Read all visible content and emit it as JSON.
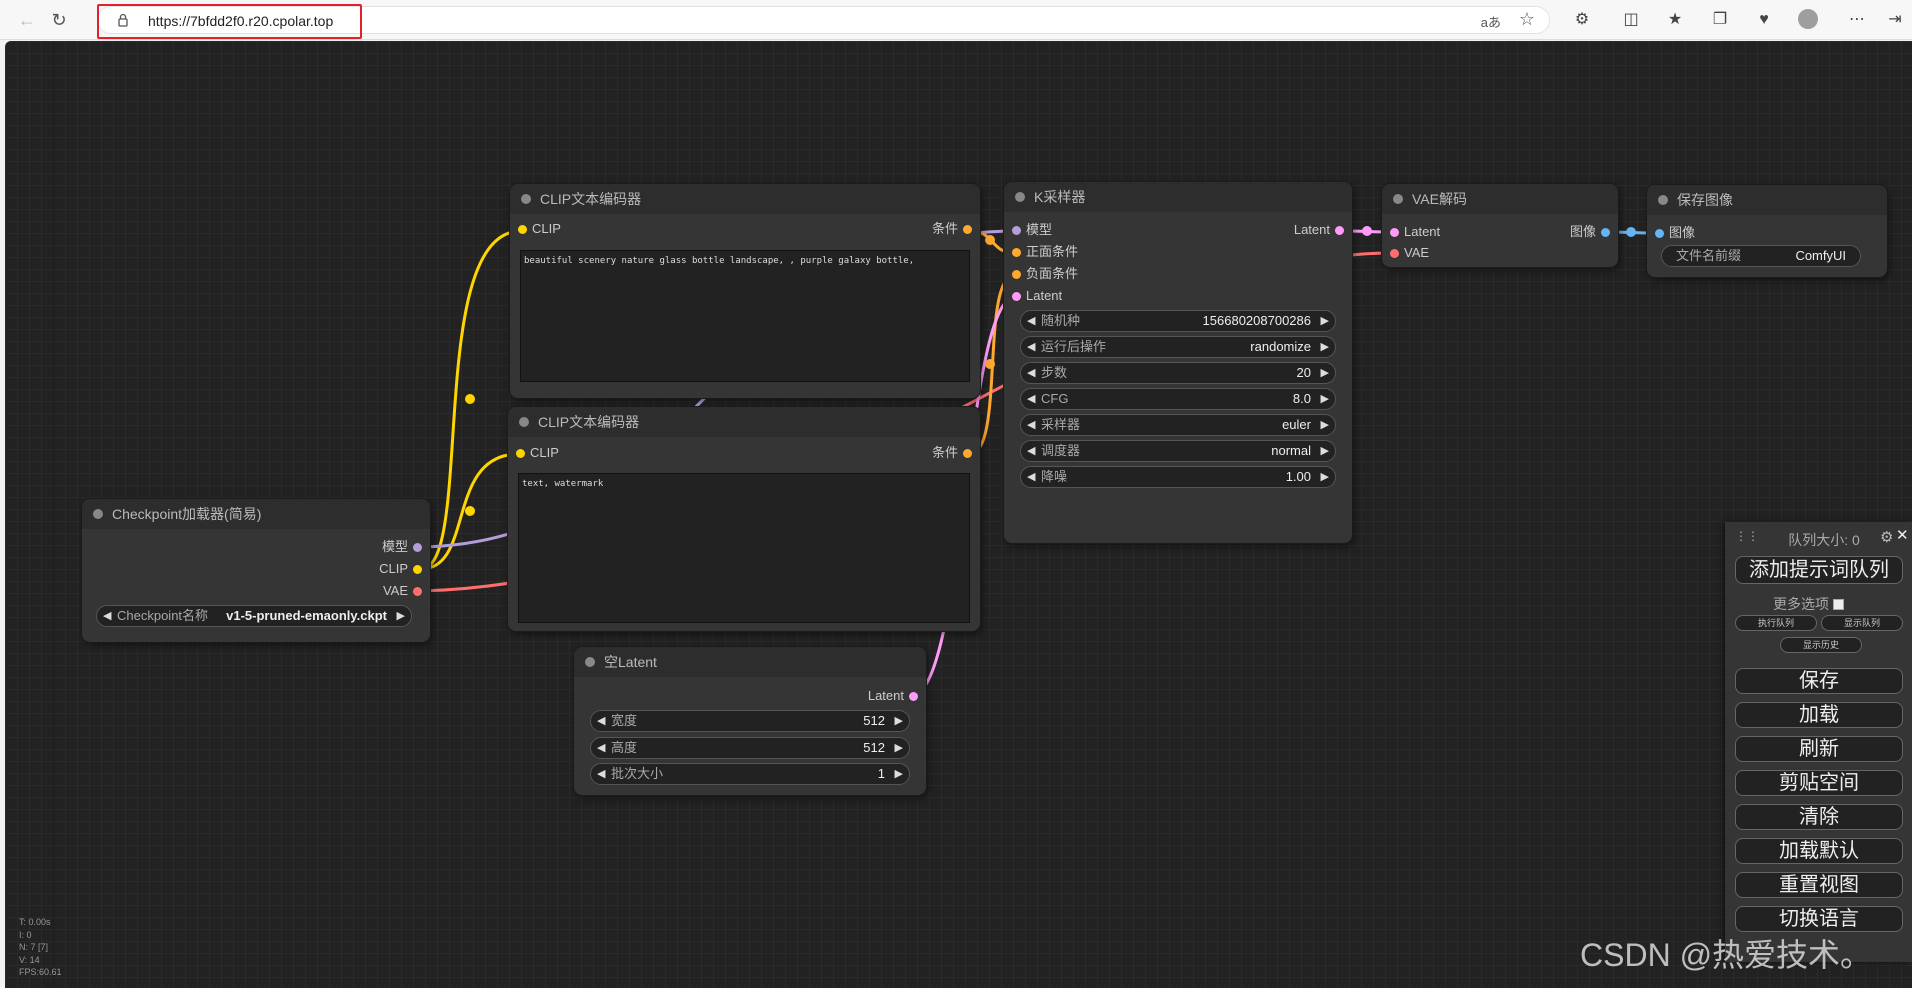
{
  "browser": {
    "url": "https://7bfdd2f0.r20.cpolar.top"
  },
  "nodes": {
    "clip_pos": {
      "title": "CLIP文本编码器",
      "input_clip": "CLIP",
      "output": "条件",
      "text": "beautiful scenery nature glass bottle landscape, , purple galaxy bottle,"
    },
    "clip_neg": {
      "title": "CLIP文本编码器",
      "input_clip": "CLIP",
      "output": "条件",
      "text": "text, watermark"
    },
    "checkpoint": {
      "title": "Checkpoint加载器(简易)",
      "out_model": "模型",
      "out_clip": "CLIP",
      "out_vae": "VAE",
      "widget_label": "Checkpoint名称",
      "widget_value": "v1-5-pruned-emaonly.ckpt"
    },
    "ksampler": {
      "title": "K采样器",
      "in_model": "模型",
      "in_pos": "正面条件",
      "in_neg": "负面条件",
      "in_latent": "Latent",
      "out_latent": "Latent",
      "widgets": [
        {
          "label": "随机种",
          "value": "156680208700286"
        },
        {
          "label": "运行后操作",
          "value": "randomize"
        },
        {
          "label": "步数",
          "value": "20"
        },
        {
          "label": "CFG",
          "value": "8.0"
        },
        {
          "label": "采样器",
          "value": "euler"
        },
        {
          "label": "调度器",
          "value": "normal"
        },
        {
          "label": "降噪",
          "value": "1.00"
        }
      ]
    },
    "vae_decode": {
      "title": "VAE解码",
      "in_latent": "Latent",
      "in_vae": "VAE",
      "out_image": "图像"
    },
    "save_image": {
      "title": "保存图像",
      "in_image": "图像",
      "widget_label": "文件名前缀",
      "widget_value": "ComfyUI"
    },
    "empty_latent": {
      "title": "空Latent",
      "out_latent": "Latent",
      "widgets": [
        {
          "label": "宽度",
          "value": "512"
        },
        {
          "label": "高度",
          "value": "512"
        },
        {
          "label": "批次大小",
          "value": "1"
        }
      ]
    }
  },
  "panel": {
    "queue_size": "队列大小: 0",
    "queue_prompt": "添加提示词队列",
    "more_options": "更多选项",
    "exec_queue": "执行队列",
    "show_queue": "显示队列",
    "show_history": "显示历史",
    "buttons": [
      "保存",
      "加载",
      "刷新",
      "剪贴空间",
      "清除",
      "加载默认",
      "重置视图",
      "切换语言"
    ]
  },
  "stats": [
    "T: 0.00s",
    "I: 0",
    "N: 7 [7]",
    "V: 14",
    "FPS:60.61"
  ],
  "watermark": "CSDN @热爱技术。",
  "colors": {
    "model": "#b39ddb",
    "clip": "#ffd500",
    "vae": "#ff6e6e",
    "conditioning": "#ffa931",
    "latent": "#ff9cf9",
    "image": "#64b5f6"
  }
}
